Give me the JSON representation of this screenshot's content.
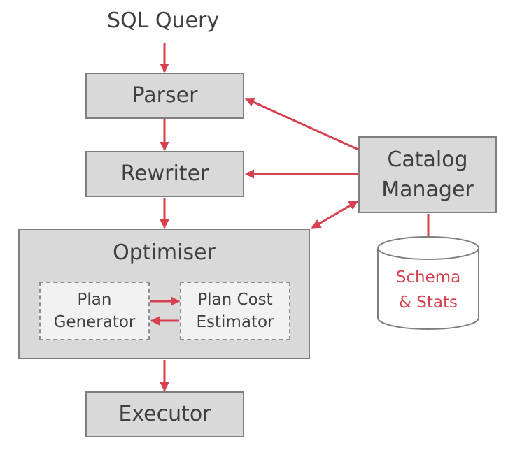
{
  "input_label": "SQL Query",
  "nodes": {
    "parser": "Parser",
    "rewriter": "Rewriter",
    "optimiser": "Optimiser",
    "plan_generator": "Plan\nGenerator",
    "plan_cost_estimator": "Plan Cost\nEstimator",
    "executor": "Executor",
    "catalog_manager": "Catalog\nManager",
    "schema_stats": "Schema\n& Stats"
  },
  "colors": {
    "arrow": "#d6404f",
    "box_fill": "#d9d9d9",
    "box_border": "#7f7f7f",
    "sub_fill": "#f2f2f2",
    "text": "#404040"
  }
}
